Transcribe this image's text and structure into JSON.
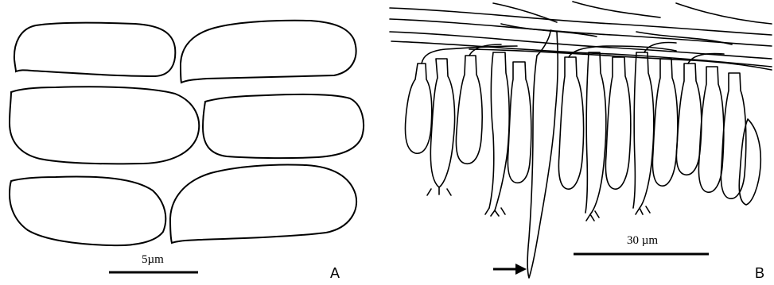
{
  "panels": [
    {
      "label": "A",
      "scale_bar": "5µm",
      "content": "spores"
    },
    {
      "label": "B",
      "scale_bar": "30 µm",
      "content": "hymenium"
    }
  ],
  "colors": {
    "line": "#000000",
    "background": "#ffffff"
  }
}
